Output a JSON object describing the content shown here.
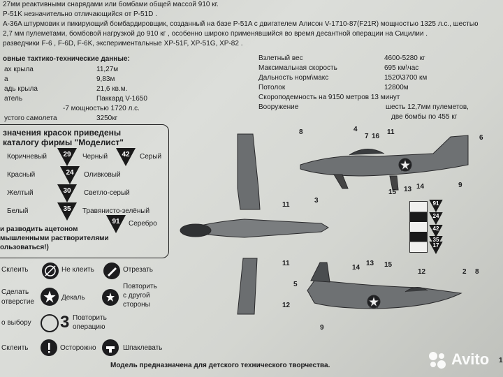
{
  "header_lines": [
    "27мм реактивными снарядами или бомбами общей массой 910 кг.",
    "P-51K  незначительно отличающийся от  P-51D .",
    "A-36A штурмовик и пикирующий бомбардировщик, созданный на базе P-51A с двигателем Алисон V-1710-87(F21R) мощностью 1325 л.с., шестью",
    "2,7 мм пулеметами, бомбовой нагрузкой до 910 кг , особенно широко применявшийся во время десантной операции на Сицилии .",
    "разведчики F-6 , F-6D, F-6K, экспериментальные XP-51F, XP-51G, XP-82 ."
  ],
  "specs_title": "овные тактико-технические данные:",
  "specs_left": [
    {
      "label": "ах крыла",
      "value": "11,27м"
    },
    {
      "label": "а",
      "value": "9,83м"
    },
    {
      "label": "адь крыла",
      "value": "21,6 кв.м."
    },
    {
      "label": "атель",
      "value": "Паккард V-1650"
    },
    {
      "label": "",
      "value": "-7 мощностью 1720 л.с."
    },
    {
      "label": "устого самолета",
      "value": "3250кг"
    }
  ],
  "specs_right": [
    {
      "label": "Взлетный вес",
      "value": "4600-5280 кг"
    },
    {
      "label": "Максимальная скорость",
      "value": "695 км\\час"
    },
    {
      "label": "Дальность норм\\макс",
      "value": "1520\\3700 км"
    },
    {
      "label": "Потолок",
      "value": "12800м"
    },
    {
      "label": "Скороподемность на 9150 метров 13 минут",
      "value": ""
    },
    {
      "label": "Вооружение",
      "value": "шесть 12,7мм пулеметов,"
    },
    {
      "label": "",
      "value": "две бомбы по 455 кг"
    }
  ],
  "legend": {
    "title1": "значения красок приведены",
    "title2": "каталогу фирмы \"Моделист\"",
    "paints": [
      {
        "label": "Коричневый",
        "number": "29"
      },
      {
        "label": "Черный",
        "number": "42"
      },
      {
        "label": "Серый",
        "number": ""
      },
      {
        "label": "Красный",
        "number": "24"
      },
      {
        "label": "Оливковый",
        "number": ""
      },
      {
        "label": "Желтый",
        "number": "30"
      },
      {
        "label": "Светло-серый",
        "number": ""
      },
      {
        "label": "Белый",
        "number": "35"
      },
      {
        "label": "Травянисто-зелёный",
        "number": ""
      },
      {
        "label": "Серебро",
        "number": "91"
      }
    ],
    "note1": "и разводить ацетоном",
    "note2": "мышленными растворителями",
    "note3": "ользоваться!)"
  },
  "instructions": [
    {
      "label": "Склеить",
      "icon": "glue-icon"
    },
    {
      "label": "Не клеить",
      "icon": "no-glue-icon"
    },
    {
      "label": "Отрезать",
      "icon": "knife-icon"
    },
    {
      "label": "Сделать",
      "icon": "drill-icon"
    },
    {
      "label": "отверстие",
      "icon": ""
    },
    {
      "label": "Декаль",
      "icon": "star-decal-icon"
    },
    {
      "label": "Повторить",
      "icon": "repeat-other-side-icon"
    },
    {
      "label": "с другой",
      "icon": ""
    },
    {
      "label": "стороны",
      "icon": ""
    },
    {
      "label": "о выбору",
      "icon": "choice-icon"
    },
    {
      "label": "3",
      "icon": ""
    },
    {
      "label": "Повторить",
      "icon": ""
    },
    {
      "label": "операцию",
      "icon": ""
    },
    {
      "label": "Склеить",
      "icon": "glue-icon"
    },
    {
      "label": "Осторожно",
      "icon": "caution-icon"
    },
    {
      "label": "Шпаклевать",
      "icon": "putty-icon"
    }
  ],
  "stripe_numbers": [
    "91",
    "24",
    "42",
    "35",
    "17"
  ],
  "callouts": [
    "8",
    "4",
    "7",
    "16",
    "11",
    "6",
    "3",
    "15",
    "13",
    "14",
    "9",
    "11",
    "11",
    "12",
    "5",
    "14",
    "13",
    "15",
    "12",
    "2",
    "8",
    "9"
  ],
  "footer": "Модель предназначена для детского технического творчества.",
  "watermark": {
    "brand": "Avito",
    "page_num": "1"
  }
}
